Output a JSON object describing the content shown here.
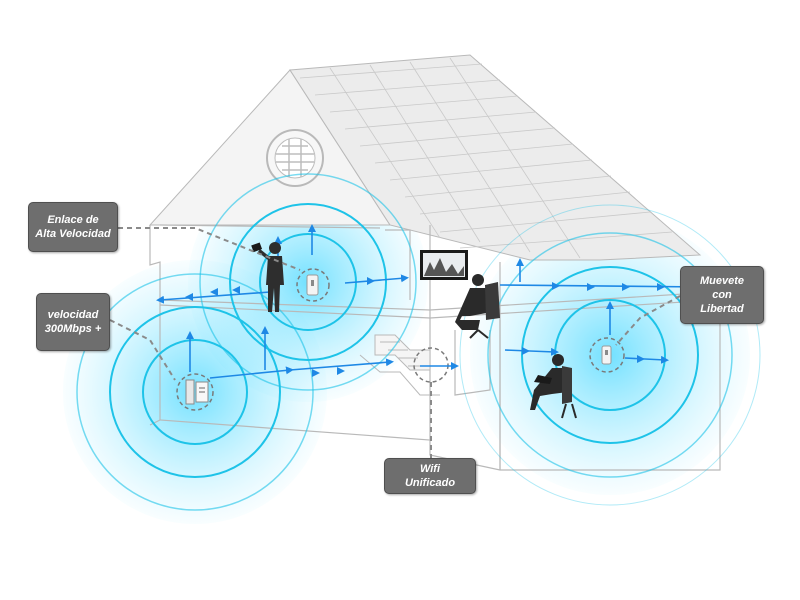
{
  "colors": {
    "signal": "#1e88e5",
    "ring": "#1ec3e8",
    "glow": "#00c8ff",
    "outline": "#b9b9b9",
    "callout_bg": "#6e6e6e",
    "callout_text": "#ffffff",
    "leader": "#8a8a8a"
  },
  "callouts": {
    "enlace": {
      "line1": "Enlace de",
      "line2": "Alta Velocidad"
    },
    "velocidad": {
      "line1": "velocidad",
      "line2": "300Mbps +"
    },
    "muevete": {
      "line1": "Muevete",
      "line2": "con",
      "line3": "Libertad"
    },
    "wifi": {
      "line1": "Wifi",
      "line2": "Unificado"
    }
  },
  "icons": [
    "roof-vent-icon",
    "television-icon",
    "person-tablet-icon",
    "person-armchair-icon",
    "person-laptop-icon",
    "extender-icon",
    "router-icon",
    "powerline-adapter-icon",
    "stairs-icon"
  ]
}
